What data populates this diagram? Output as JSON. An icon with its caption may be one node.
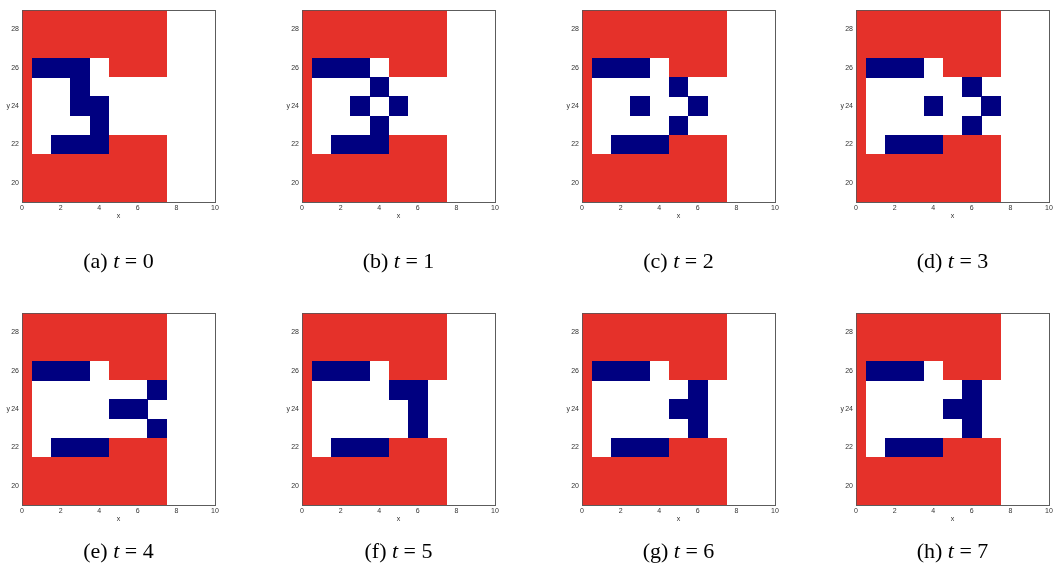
{
  "diagram": {
    "labels": [
      "28",
      "26",
      "24",
      "22",
      "20",
      "y",
      "0",
      "2",
      "4",
      "6",
      "8",
      "10",
      "x",
      "28",
      "26",
      "24",
      "22",
      "20",
      "y",
      "0",
      "2",
      "4",
      "6",
      "8",
      "10",
      "x",
      "28",
      "26",
      "24",
      "22",
      "20",
      "y",
      "0",
      "2",
      "4",
      "6",
      "8",
      "10",
      "x",
      "28",
      "26",
      "24",
      "22",
      "20",
      "y",
      "0",
      "2",
      "4",
      "6",
      "8",
      "10",
      "x",
      "(a) *t* = 0",
      "(b) *t* = 1",
      "(c) *t* = 2",
      "(d) *t* = 3",
      "28",
      "26",
      "24",
      "22",
      "20",
      "y",
      "0",
      "2",
      "4",
      "6",
      "8",
      "10",
      "x",
      "28",
      "26",
      "24",
      "22",
      "20",
      "y",
      "0",
      "2",
      "4",
      "6",
      "8",
      "10",
      "x",
      "28",
      "26",
      "24",
      "22",
      "20",
      "y",
      "0",
      "2",
      "4",
      "6",
      "8",
      "10",
      "x",
      "28",
      "26",
      "24",
      "22",
      "20",
      "y",
      "0",
      "2",
      "4",
      "6",
      "8",
      "10",
      "x",
      "(e) *t* = 4",
      "(f) *t* = 5",
      "(g) *t* = 6",
      "(h) *t* = 7"
    ]
  }
}
